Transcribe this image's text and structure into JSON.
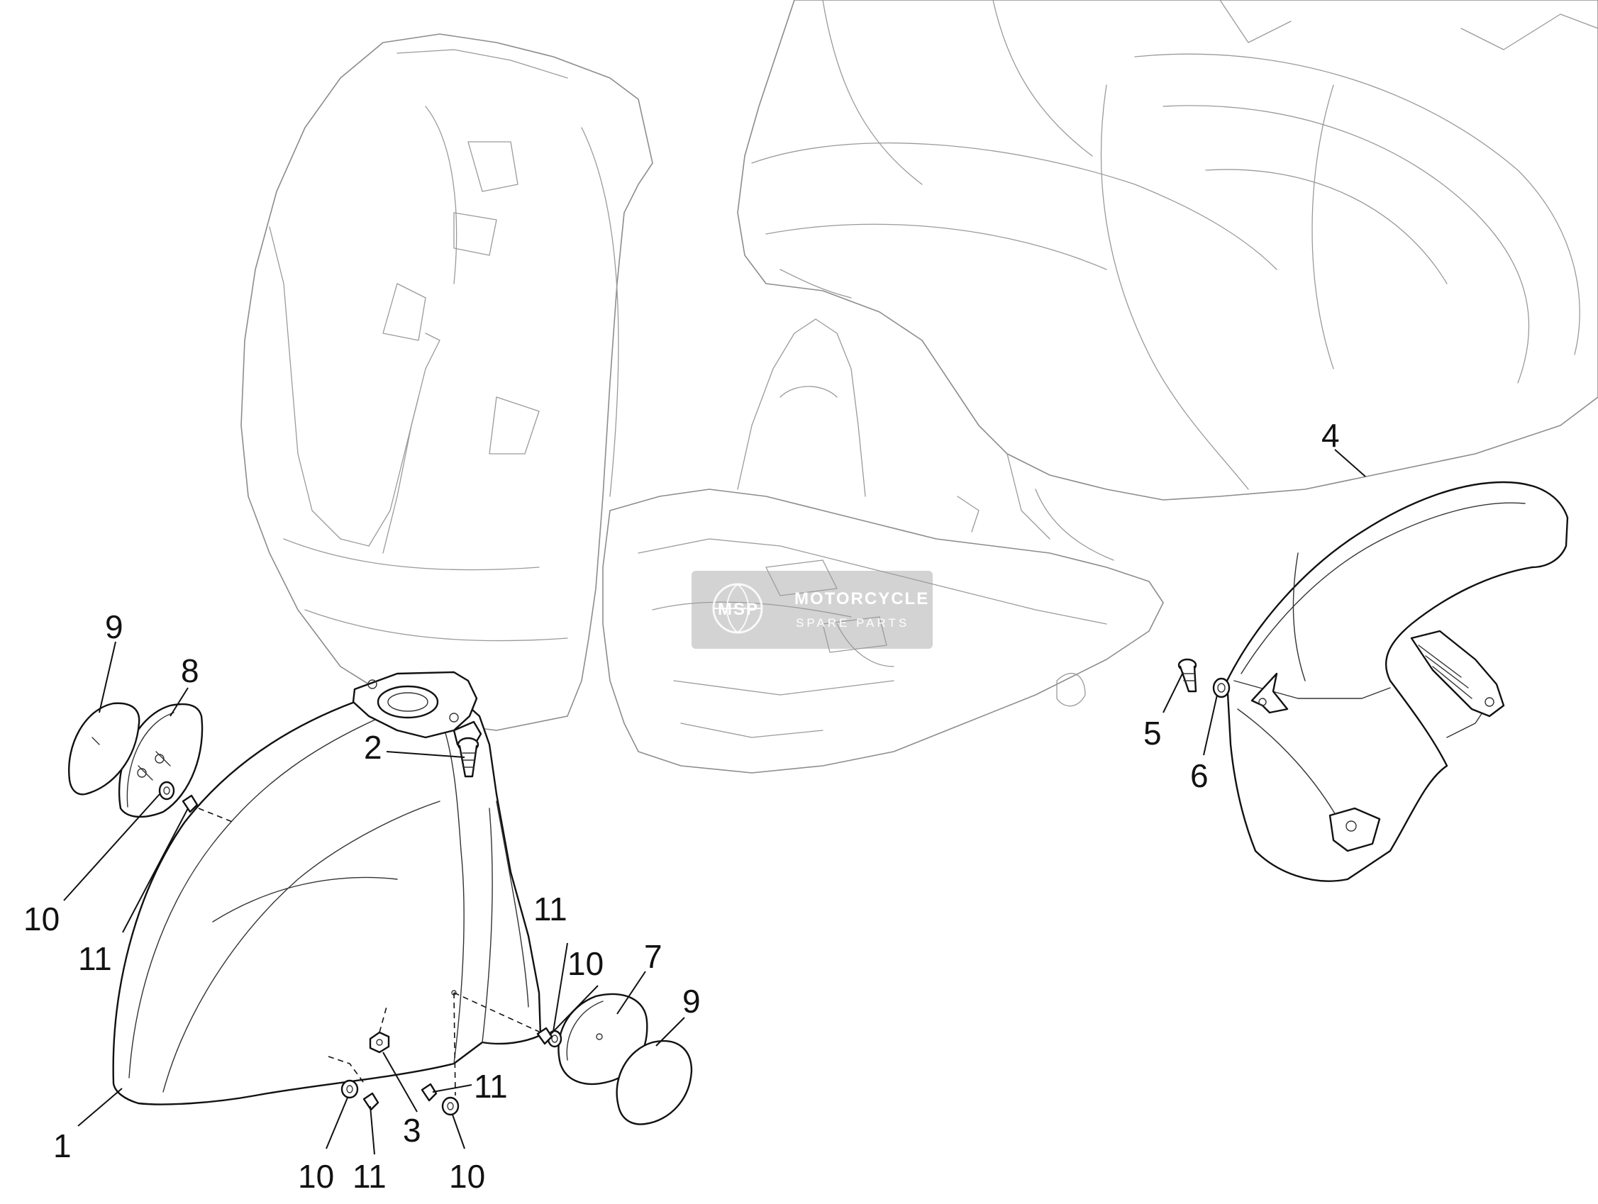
{
  "diagram": {
    "callouts": {
      "c1": "1",
      "c2": "2",
      "c3": "3",
      "c4": "4",
      "c5": "5",
      "c6": "6",
      "c7": "7",
      "c8": "8",
      "c9a": "9",
      "c9b": "9",
      "c10a": "10",
      "c10b": "10",
      "c10c": "10",
      "c10d": "10",
      "c11a": "11",
      "c11b": "11",
      "c11c": "11",
      "c11d": "11"
    }
  },
  "watermark": {
    "logo_text": "MSP",
    "title": "MOTORCYCLE",
    "subtitle": "SPARE PARTS"
  },
  "colors": {
    "line": "#111111",
    "ghost_line": "#9a9a9a",
    "watermark": "#9e9e9e"
  }
}
